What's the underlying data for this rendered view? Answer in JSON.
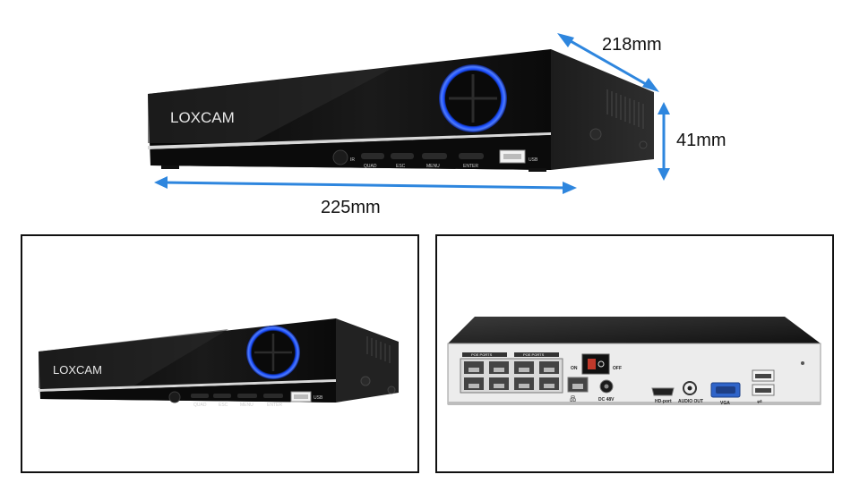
{
  "dimensions": {
    "depth": "218mm",
    "height": "41mm",
    "width": "225mm"
  },
  "device": {
    "brand": "LOXCAM",
    "front_buttons": [
      "QUAD",
      "ESC",
      "MENU",
      "ENTER"
    ],
    "front_port": "USB",
    "ir_label": "IR"
  },
  "rear": {
    "poe_group_labels": [
      "POE PORTS",
      "POE PORTS"
    ],
    "switch_labels": [
      "ON",
      "OFF"
    ],
    "power_label": "DC 48V",
    "hd_label": "HD-port",
    "audio_label": "AUDIO OUT",
    "vga_label": "VGA"
  },
  "colors": {
    "arrow": "#2e86de",
    "ring": "#1a4dff",
    "body": "#0d0d0d"
  }
}
